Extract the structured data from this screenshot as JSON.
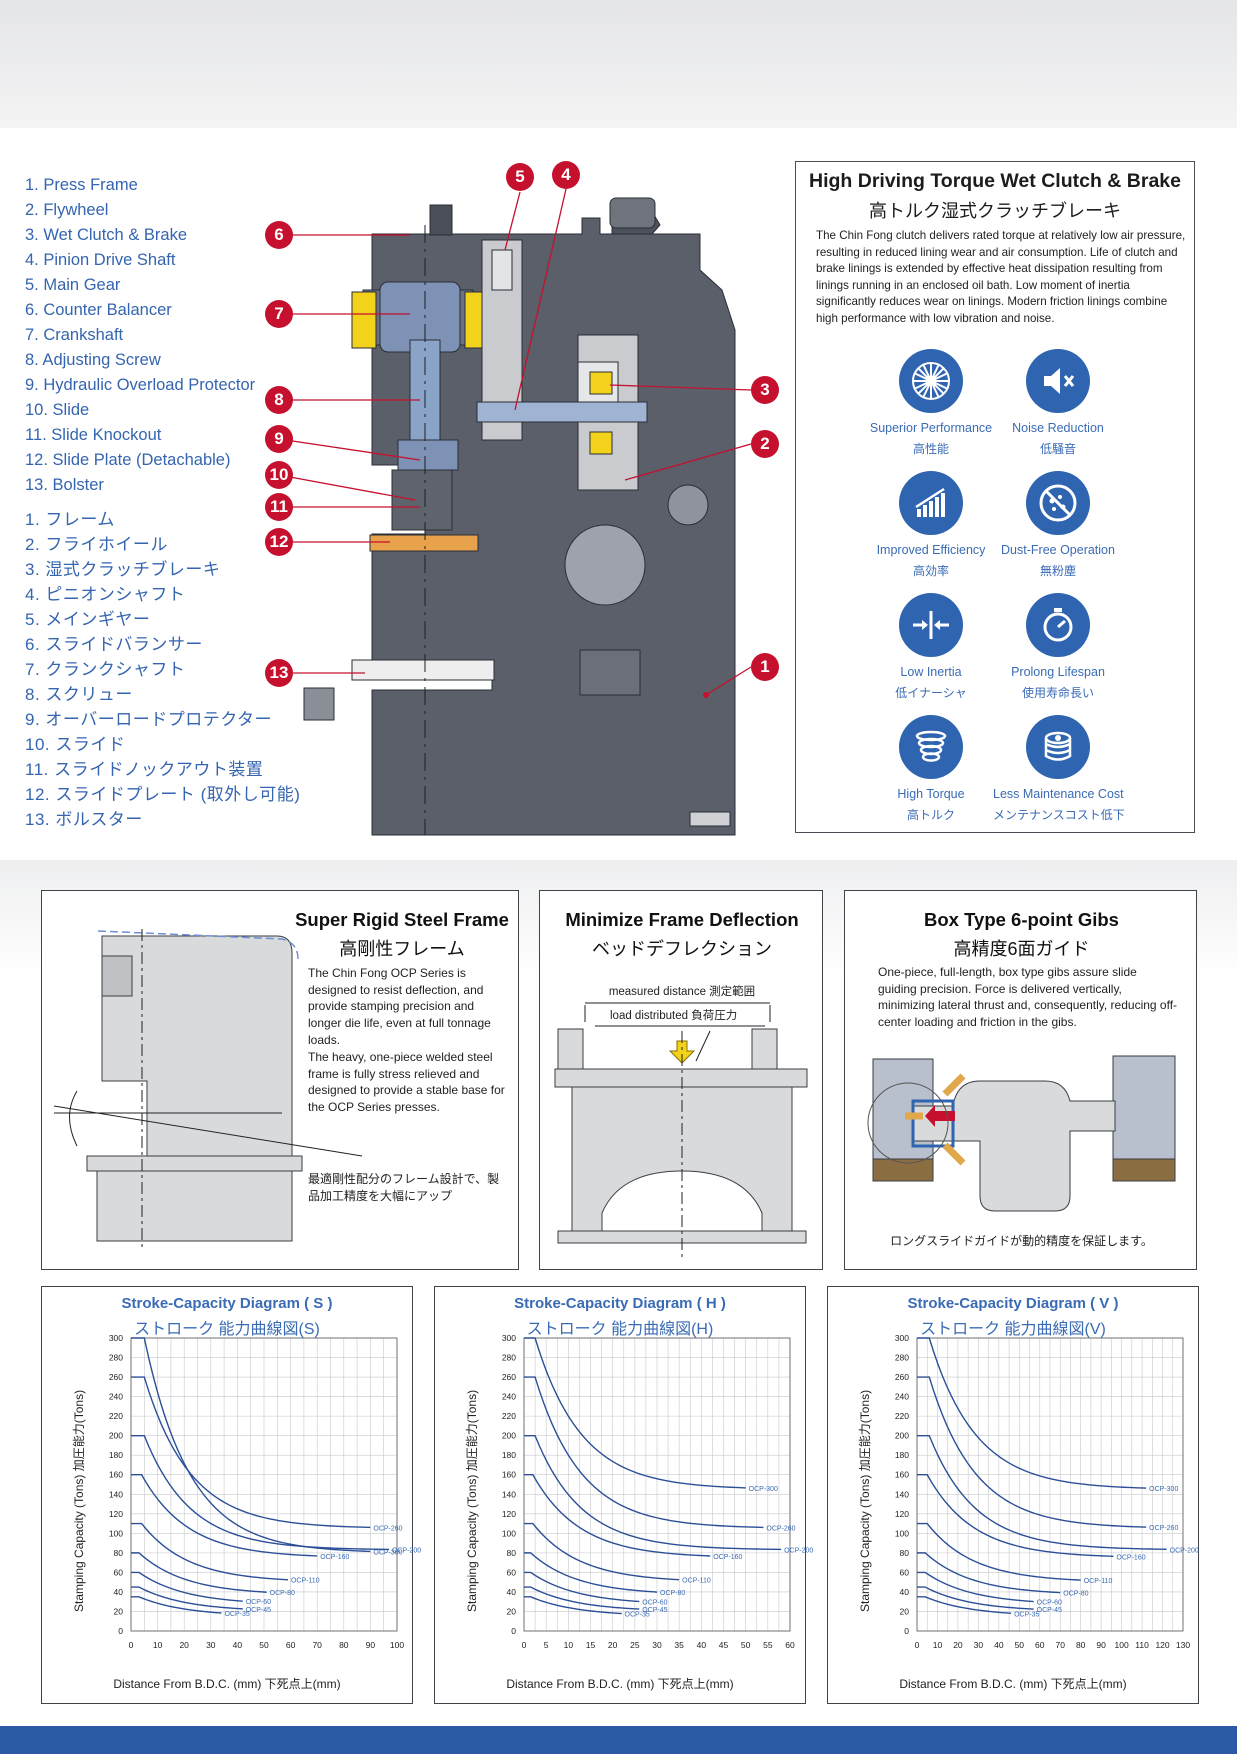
{
  "parts_en": [
    "1. Press Frame",
    "2. Flywheel",
    "3. Wet Clutch & Brake",
    "4. Pinion Drive Shaft",
    "5. Main Gear",
    "6. Counter Balancer",
    "7. Crankshaft",
    "8. Adjusting Screw",
    "9. Hydraulic Overload Protector",
    "10. Slide",
    "11. Slide Knockout",
    "12. Slide Plate (Detachable)",
    "13. Bolster"
  ],
  "parts_ja": [
    "1. フレーム",
    "2. フライホイール",
    "3. 湿式クラッチブレーキ",
    "4. ピニオンシャフト",
    "5. メインギヤー",
    "6. スライドバランサー",
    "7. クランクシャフト",
    "8. スクリュー",
    "9. オーバーロードプロテクター",
    "10. スライド",
    "11. スライドノックアウト装置",
    "12. スライドプレート (取外し可能)",
    "13. ボルスター"
  ],
  "callouts": [
    "1",
    "2",
    "3",
    "4",
    "5",
    "6",
    "7",
    "8",
    "9",
    "10",
    "11",
    "12",
    "13"
  ],
  "clutch": {
    "title": "High Driving Torque Wet Clutch & Brake",
    "title_ja": "高トルク湿式クラッチブレーキ",
    "desc": "The Chin Fong clutch delivers rated torque at relatively low air pressure, resulting in reduced lining wear and air consumption. Life of clutch and brake linings is extended by effective heat dissipation resulting from linings  running in an enclosed oil bath. Low moment of inertia significantly reduces wear on linings. Modern friction linings combine high performance with low vibration and noise.",
    "features": [
      {
        "en": "Superior Performance",
        "ja": "高性能",
        "icon": "fan-burst-icon"
      },
      {
        "en": "Noise Reduction",
        "ja": "低騒音",
        "icon": "speaker-mute-icon"
      },
      {
        "en": "Improved Efficiency",
        "ja": "高効率",
        "icon": "bar-chart-growth-icon"
      },
      {
        "en": "Dust-Free Operation",
        "ja": "無粉塵",
        "icon": "no-dust-icon"
      },
      {
        "en": "Low Inertia",
        "ja": "低イナーシャ",
        "icon": "inward-arrows-icon"
      },
      {
        "en": "Prolong Lifespan",
        "ja": "使用寿命長い",
        "icon": "stopwatch-icon"
      },
      {
        "en": "High Torque",
        "ja": "高トルク",
        "icon": "spring-coil-icon"
      },
      {
        "en": "Less Maintenance Cost",
        "ja": "メンテナンスコスト低下",
        "icon": "coin-stack-icon"
      }
    ]
  },
  "frame": {
    "title": "Super Rigid Steel Frame",
    "title_ja": "高剛性フレーム",
    "desc1": "The Chin Fong OCP Series is designed to resist deflection, and provide stamping precision and longer die life, even at full tonnage loads.",
    "desc2": "The heavy, one-piece welded steel frame is fully stress relieved and designed to provide a stable base for the OCP Series presses.",
    "desc_ja": "最適剛性配分のフレーム設計で、製品加工精度を大幅にアップ"
  },
  "deflection": {
    "title": "Minimize Frame Deflection",
    "title_ja": "ベッドデフレクション",
    "label_measured": "measured distance  測定範囲",
    "label_load": "load distributed  負荷圧力"
  },
  "gibs": {
    "title": "Box Type 6-point Gibs",
    "title_ja": "高精度6面ガイド",
    "desc": "One-piece, full-length, box type gibs assure slide guiding precision. Force is delivered vertically, minimizing lateral thrust and, consequently, reducing off-center loading and friction in the gibs.",
    "desc_ja": "ロングスライドガイドが動的精度を保証します。"
  },
  "chart_data": [
    {
      "type": "line",
      "title": "Stroke-Capacity Diagram ( S )",
      "title_ja": "ストローク 能力曲線図(S)",
      "xlabel": "Distance From B.D.C. (mm)   下死点上(mm)",
      "ylabel": "Stamping Capacity (Tons)   加圧能力(Tons)",
      "xlim": [
        0,
        100
      ],
      "ylim": [
        0,
        300
      ],
      "xticks": [
        0,
        10,
        20,
        30,
        40,
        50,
        60,
        70,
        80,
        90,
        100
      ],
      "yticks": [
        0,
        20,
        40,
        60,
        80,
        100,
        120,
        140,
        160,
        180,
        200,
        220,
        240,
        260,
        280,
        300
      ],
      "series": [
        {
          "name": "OCP-300",
          "rated": 300,
          "knee": 5,
          "end": 80,
          "x_end": 90
        },
        {
          "name": "OCP-260",
          "rated": 260,
          "knee": 5,
          "end": 105,
          "x_end": 90
        },
        {
          "name": "OCP-200",
          "rated": 200,
          "knee": 5,
          "end": 83,
          "x_end": 97
        },
        {
          "name": "OCP-160",
          "rated": 160,
          "knee": 4,
          "end": 75,
          "x_end": 70
        },
        {
          "name": "OCP-110",
          "rated": 110,
          "knee": 4,
          "end": 50,
          "x_end": 59
        },
        {
          "name": "OCP-80",
          "rated": 80,
          "knee": 3,
          "end": 37,
          "x_end": 51
        },
        {
          "name": "OCP-60",
          "rated": 60,
          "knee": 3,
          "end": 27,
          "x_end": 42
        },
        {
          "name": "OCP-45",
          "rated": 45,
          "knee": 3,
          "end": 20,
          "x_end": 42
        },
        {
          "name": "OCP-35",
          "rated": 35,
          "knee": 3,
          "end": 15,
          "x_end": 34
        }
      ]
    },
    {
      "type": "line",
      "title": "Stroke-Capacity Diagram ( H )",
      "title_ja": "ストローク 能力曲線図(H)",
      "xlabel": "Distance From B.D.C. (mm)   下死点上(mm)",
      "ylabel": "Stamping Capacity (Tons)   加圧能力(Tons)",
      "xlim": [
        0,
        60
      ],
      "ylim": [
        0,
        300
      ],
      "xticks": [
        0,
        5,
        10,
        15,
        20,
        25,
        30,
        35,
        40,
        45,
        50,
        55,
        60
      ],
      "yticks": [
        0,
        20,
        40,
        60,
        80,
        100,
        120,
        140,
        160,
        180,
        200,
        220,
        240,
        260,
        280,
        300
      ],
      "series": [
        {
          "name": "OCP-300",
          "rated": 300,
          "knee": 2.5,
          "end": 145,
          "x_end": 50
        },
        {
          "name": "OCP-260",
          "rated": 260,
          "knee": 2.5,
          "end": 105,
          "x_end": 54
        },
        {
          "name": "OCP-200",
          "rated": 200,
          "knee": 2.5,
          "end": 83,
          "x_end": 58
        },
        {
          "name": "OCP-160",
          "rated": 160,
          "knee": 2,
          "end": 75,
          "x_end": 42
        },
        {
          "name": "OCP-110",
          "rated": 110,
          "knee": 2,
          "end": 50,
          "x_end": 35
        },
        {
          "name": "OCP-80",
          "rated": 80,
          "knee": 1.5,
          "end": 37,
          "x_end": 30
        },
        {
          "name": "OCP-60",
          "rated": 60,
          "knee": 1.5,
          "end": 27,
          "x_end": 26
        },
        {
          "name": "OCP-45",
          "rated": 45,
          "knee": 1.5,
          "end": 20,
          "x_end": 26
        },
        {
          "name": "OCP-35",
          "rated": 35,
          "knee": 1.5,
          "end": 15,
          "x_end": 22
        }
      ]
    },
    {
      "type": "line",
      "title": "Stroke-Capacity Diagram ( V )",
      "title_ja": "ストローク 能力曲線図(V)",
      "xlabel": "Distance From B.D.C. (mm)   下死点上(mm)",
      "ylabel": "Stamping Capacity (Tons)   加圧能力(Tons)",
      "xlim": [
        0,
        130
      ],
      "ylim": [
        0,
        300
      ],
      "xticks": [
        0,
        10,
        20,
        30,
        40,
        50,
        60,
        70,
        80,
        90,
        100,
        110,
        120,
        130
      ],
      "yticks": [
        0,
        20,
        40,
        60,
        80,
        100,
        120,
        140,
        160,
        180,
        200,
        220,
        240,
        260,
        280,
        300
      ],
      "series": [
        {
          "name": "OCP-300",
          "rated": 300,
          "knee": 6,
          "end": 145,
          "x_end": 112
        },
        {
          "name": "OCP-260",
          "rated": 260,
          "knee": 6,
          "end": 105,
          "x_end": 112
        },
        {
          "name": "OCP-200",
          "rated": 200,
          "knee": 6,
          "end": 83,
          "x_end": 122
        },
        {
          "name": "OCP-160",
          "rated": 160,
          "knee": 5,
          "end": 75,
          "x_end": 96
        },
        {
          "name": "OCP-110",
          "rated": 110,
          "knee": 5,
          "end": 50,
          "x_end": 80
        },
        {
          "name": "OCP-80",
          "rated": 80,
          "knee": 4,
          "end": 37,
          "x_end": 70
        },
        {
          "name": "OCP-60",
          "rated": 60,
          "knee": 4,
          "end": 27,
          "x_end": 57
        },
        {
          "name": "OCP-45",
          "rated": 45,
          "knee": 4,
          "end": 20,
          "x_end": 57
        },
        {
          "name": "OCP-35",
          "rated": 35,
          "knee": 4,
          "end": 15,
          "x_end": 46
        }
      ]
    }
  ]
}
